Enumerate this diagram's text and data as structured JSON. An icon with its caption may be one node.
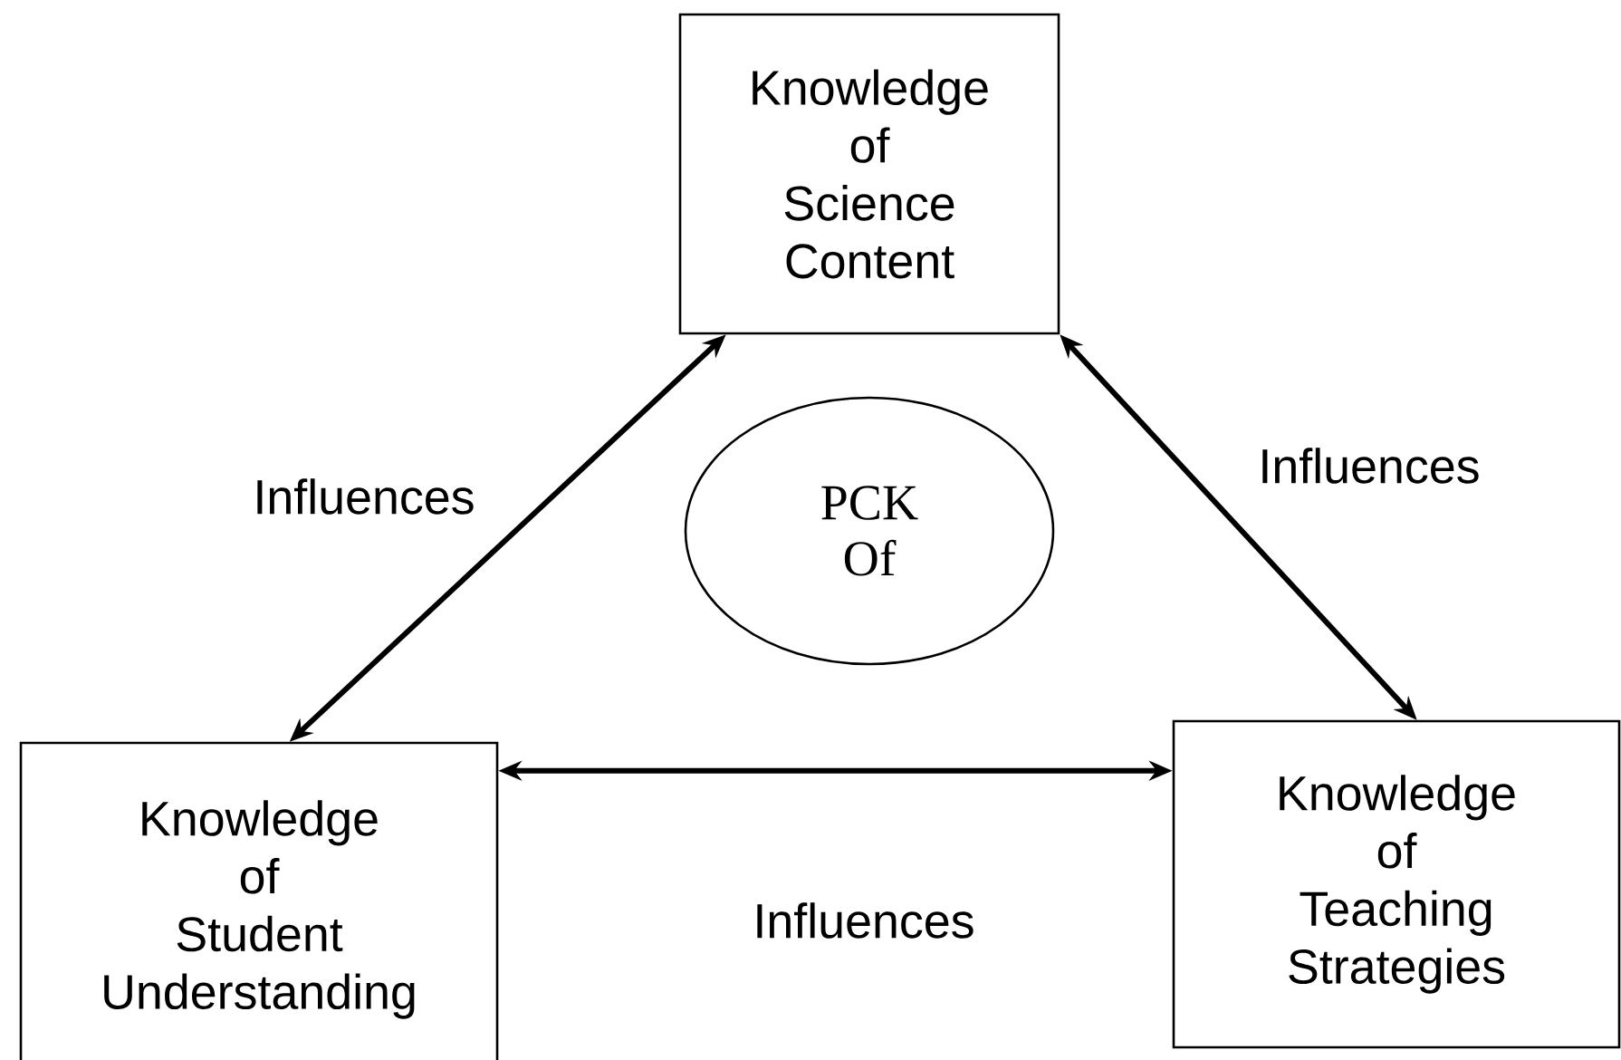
{
  "diagram": {
    "nodes": [
      {
        "text": [
          "Knowledge of Science Content"
        ]
      },
      {
        "text": [
          "Knowledge of Student Understanding"
        ]
      },
      {
        "text": [
          "Knowledge of Teaching Strategies"
        ]
      },
      {
        "text": [
          "PCK Of"
        ]
      }
    ],
    "edges": [
      {
        "from": 0,
        "to": 1,
        "arrow": "both",
        "label": "Influences"
      },
      {
        "from": 0,
        "to": 2,
        "arrow": "both",
        "label": "Influences"
      },
      {
        "from": 1,
        "to": 2,
        "arrow": "both",
        "label": "Influences"
      }
    ]
  }
}
